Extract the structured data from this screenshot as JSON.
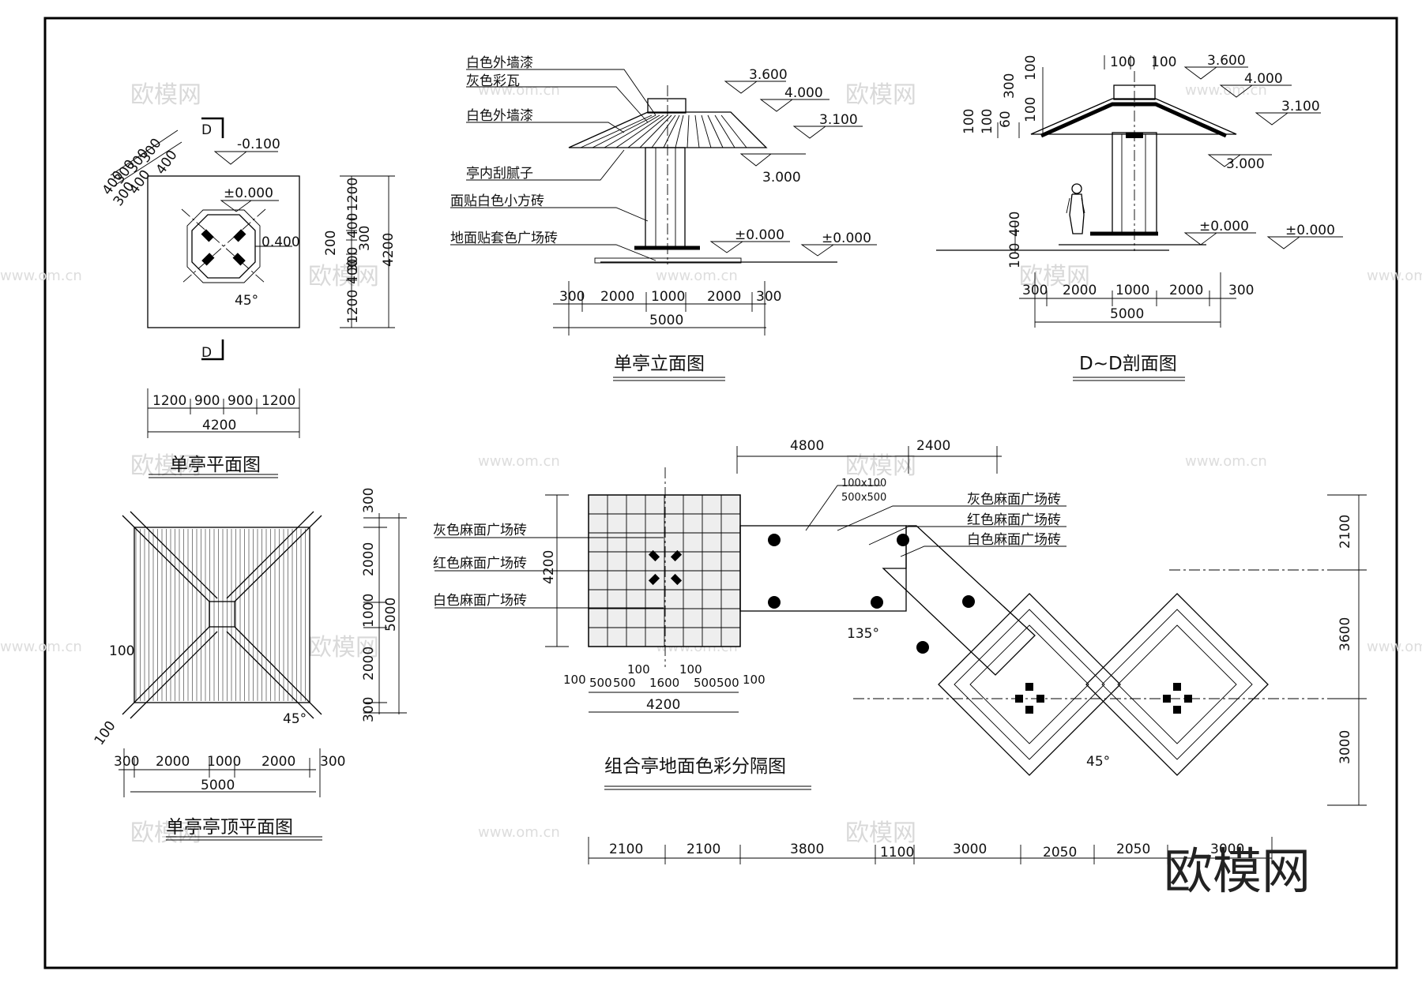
{
  "titles": {
    "single_plan": "单亭平面图",
    "single_elev": "单亭立面图",
    "section": "D~D剖面图",
    "roof_plan": "单亭亭顶平面图",
    "combo": "组合亭地面色彩分隔图"
  },
  "plan": {
    "section_mark": "D",
    "elev_top": "-0.100",
    "elev_floor": "±0.000",
    "elev_pad": "0.400",
    "angle": "45°",
    "diag_dims_a": [
      "400",
      "300",
      "300",
      "300"
    ],
    "diag_dims_b": [
      "300",
      "400",
      "400"
    ],
    "right_dims": [
      "1200",
      "400",
      "300",
      "200",
      "300",
      "400",
      "1200"
    ],
    "right_side_200": "200",
    "right_total": "4200",
    "bottom_dims": [
      "1200",
      "900",
      "900",
      "1200"
    ],
    "bottom_total": "4200"
  },
  "elevation": {
    "labels": [
      "白色外墙漆",
      "灰色彩瓦",
      "白色外墙漆",
      "亭内刮腻子",
      "面贴白色小方砖",
      "地面贴套色广场砖"
    ],
    "levels": [
      "3.600",
      "4.000",
      "3.100",
      "3.000",
      "±0.000",
      "±0.000"
    ],
    "dims": [
      "300",
      "2000",
      "1000",
      "2000",
      "300"
    ],
    "total": "5000"
  },
  "section": {
    "top_dims": [
      "100",
      "100"
    ],
    "left_dims": [
      "100",
      "300",
      "100",
      "100",
      "60",
      "100"
    ],
    "levels": [
      "3.600",
      "4.000",
      "3.100",
      "3.000",
      "±0.000",
      "±0.000"
    ],
    "base_dims": [
      "100",
      "400"
    ],
    "dims": [
      "300",
      "2000",
      "1000",
      "2000",
      "300"
    ],
    "total": "5000"
  },
  "roof": {
    "right_dims": [
      "300",
      "2000",
      "1000",
      "2000",
      "300"
    ],
    "right_total": "5000",
    "left_100": "100",
    "corner_100": "100",
    "angle": "45°",
    "bottom_dims": [
      "300",
      "2000",
      "1000",
      "2000",
      "300"
    ],
    "bottom_total": "5000"
  },
  "combo": {
    "top_dims": [
      "4800",
      "2400"
    ],
    "tile_note_1": "100x100",
    "tile_note_2": "500x500",
    "left_labels": [
      "灰色麻面广场砖",
      "红色麻面广场砖",
      "白色麻面广场砖"
    ],
    "right_labels": [
      "灰色麻面广场砖",
      "红色麻面广场砖",
      "白色麻面广场砖"
    ],
    "left_total": "4200",
    "angle_a": "135°",
    "angle_b": "45°",
    "under_dims": [
      "100",
      "500",
      "500",
      "100",
      "1600",
      "100",
      "500",
      "500",
      "100"
    ],
    "under_total": "4200",
    "right_dims": [
      "2100",
      "3600",
      "3000"
    ],
    "bottom_dims": [
      "2100",
      "2100",
      "3800",
      "1100",
      "3000",
      "2050",
      "2050",
      "3000"
    ]
  },
  "watermark": {
    "brand": "欧模网",
    "site": "www.om.cn"
  }
}
